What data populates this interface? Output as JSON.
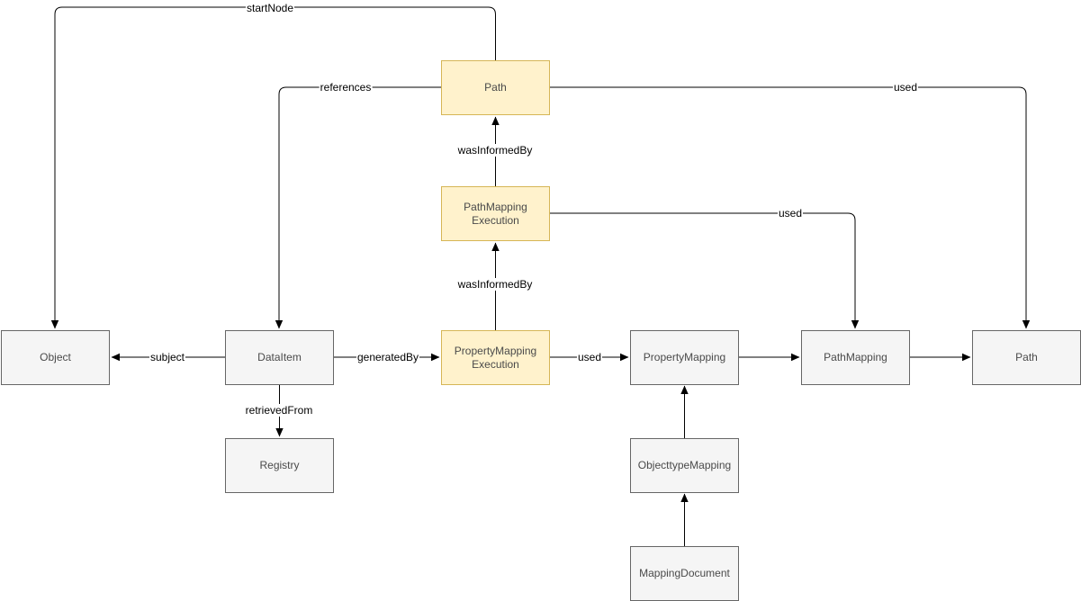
{
  "diagram": {
    "nodes": {
      "path_top": {
        "label": "Path",
        "type": "highlight"
      },
      "path_mapping_execution": {
        "label": "PathMapping Execution",
        "type": "highlight"
      },
      "property_mapping_execution": {
        "label": "PropertyMapping Execution",
        "type": "highlight"
      },
      "object": {
        "label": "Object",
        "type": "default"
      },
      "data_item": {
        "label": "DataItem",
        "type": "default"
      },
      "property_mapping": {
        "label": "PropertyMapping",
        "type": "default"
      },
      "path_mapping": {
        "label": "PathMapping",
        "type": "default"
      },
      "path_right": {
        "label": "Path",
        "type": "default"
      },
      "registry": {
        "label": "Registry",
        "type": "default"
      },
      "objecttype_mapping": {
        "label": "ObjecttypeMapping",
        "type": "default"
      },
      "mapping_document": {
        "label": "MappingDocument",
        "type": "default"
      }
    },
    "edge_labels": {
      "start_node": "startNode",
      "references": "references",
      "used_top": "used",
      "was_informed_by_top": "wasInformedBy",
      "used_mid": "used",
      "was_informed_by_bottom": "wasInformedBy",
      "subject": "subject",
      "generated_by": "generatedBy",
      "used_row": "used",
      "retrieved_from": "retrievedFrom"
    },
    "colors": {
      "highlight_fill": "#FFF2CC",
      "highlight_border": "#D6B656",
      "node_fill": "#F5F5F5",
      "node_border": "#666666",
      "node_text": "#4A4A4A",
      "edge_stroke": "#000000",
      "edge_label_text": "#000000",
      "background": "#FFFFFF"
    }
  }
}
